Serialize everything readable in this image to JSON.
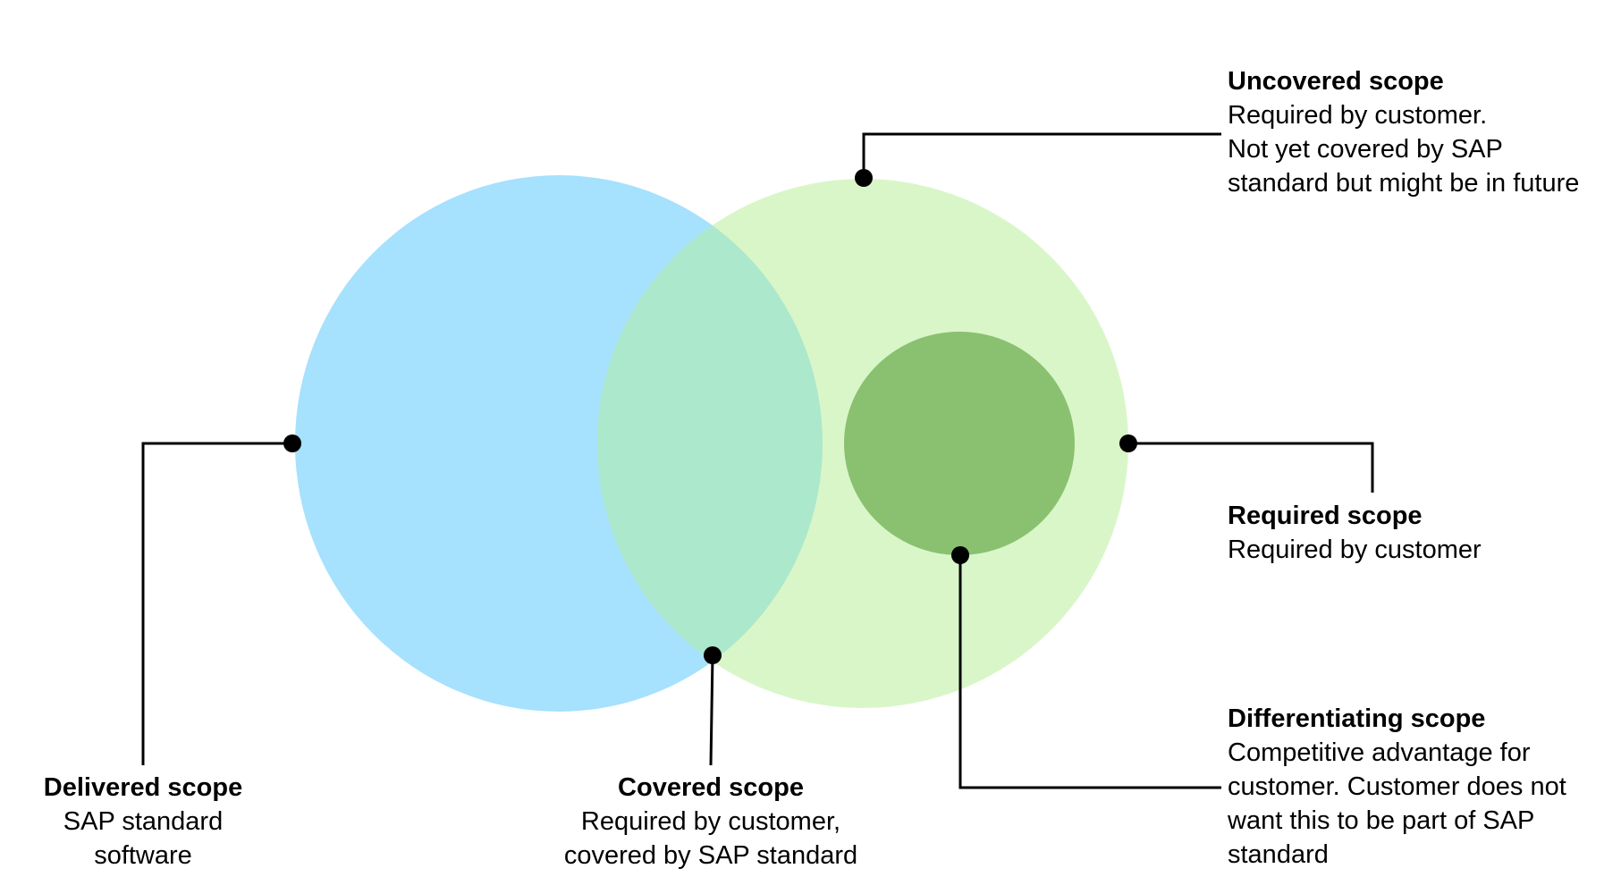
{
  "colors": {
    "delivered_fill": "#a6e1fd",
    "required_fill": "#d9f6c9",
    "overlap_fill": "#ace8cb",
    "differentiating_fill": "#8ac170",
    "line": "#000000"
  },
  "labels": {
    "uncovered": {
      "title": "Uncovered scope",
      "lines": [
        "Required by customer.",
        "Not yet covered by SAP",
        "standard but might be in future"
      ]
    },
    "required": {
      "title": "Required scope",
      "lines": [
        "Required by customer"
      ]
    },
    "differentiating": {
      "title": "Differentiating scope",
      "lines": [
        "Competitive advantage for",
        "customer. Customer does not",
        "want this to be part of SAP",
        "standard"
      ]
    },
    "covered": {
      "title": "Covered scope",
      "lines": [
        "Required by customer,",
        "covered by SAP standard"
      ]
    },
    "delivered": {
      "title": "Delivered scope",
      "lines": [
        "SAP standard",
        "software"
      ]
    }
  }
}
